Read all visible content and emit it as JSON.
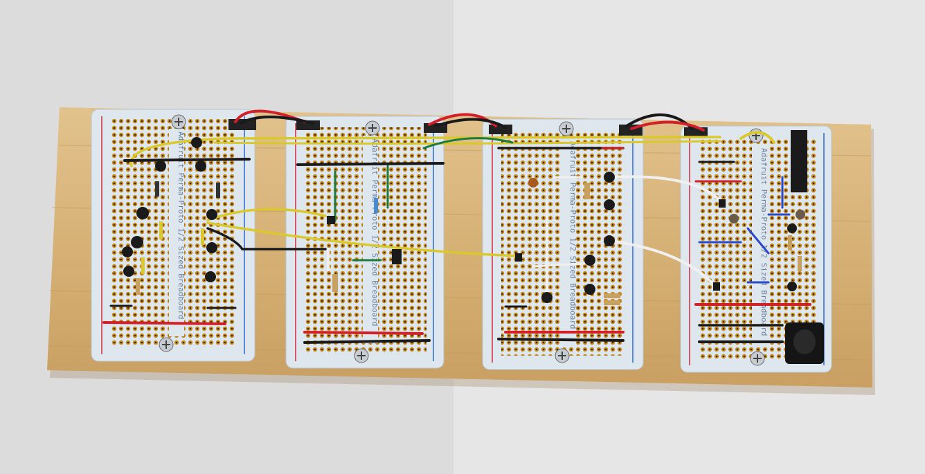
{
  "board_labels": [
    "Adafruit Perma-Proto 1/2 Sized Breadboard",
    "Adafruit Perma-Proto 1/2 Sized Breadboard",
    "Adafruit Perma-Proto 1/2 Sized Breadboard",
    "Adafruit Perma-Proto 1/2 Sized Breadboard"
  ],
  "colors": {
    "wood": "#d8b57e",
    "board": "#dfe7ee",
    "pad": "#c98a1e",
    "wire_yellow": "#d9c82e",
    "wire_red": "#d0202a",
    "wire_black": "#1a1a1a",
    "wire_white": "#eeeeee",
    "wire_blue": "#2a48c8",
    "wire_green": "#1c7a3e"
  }
}
